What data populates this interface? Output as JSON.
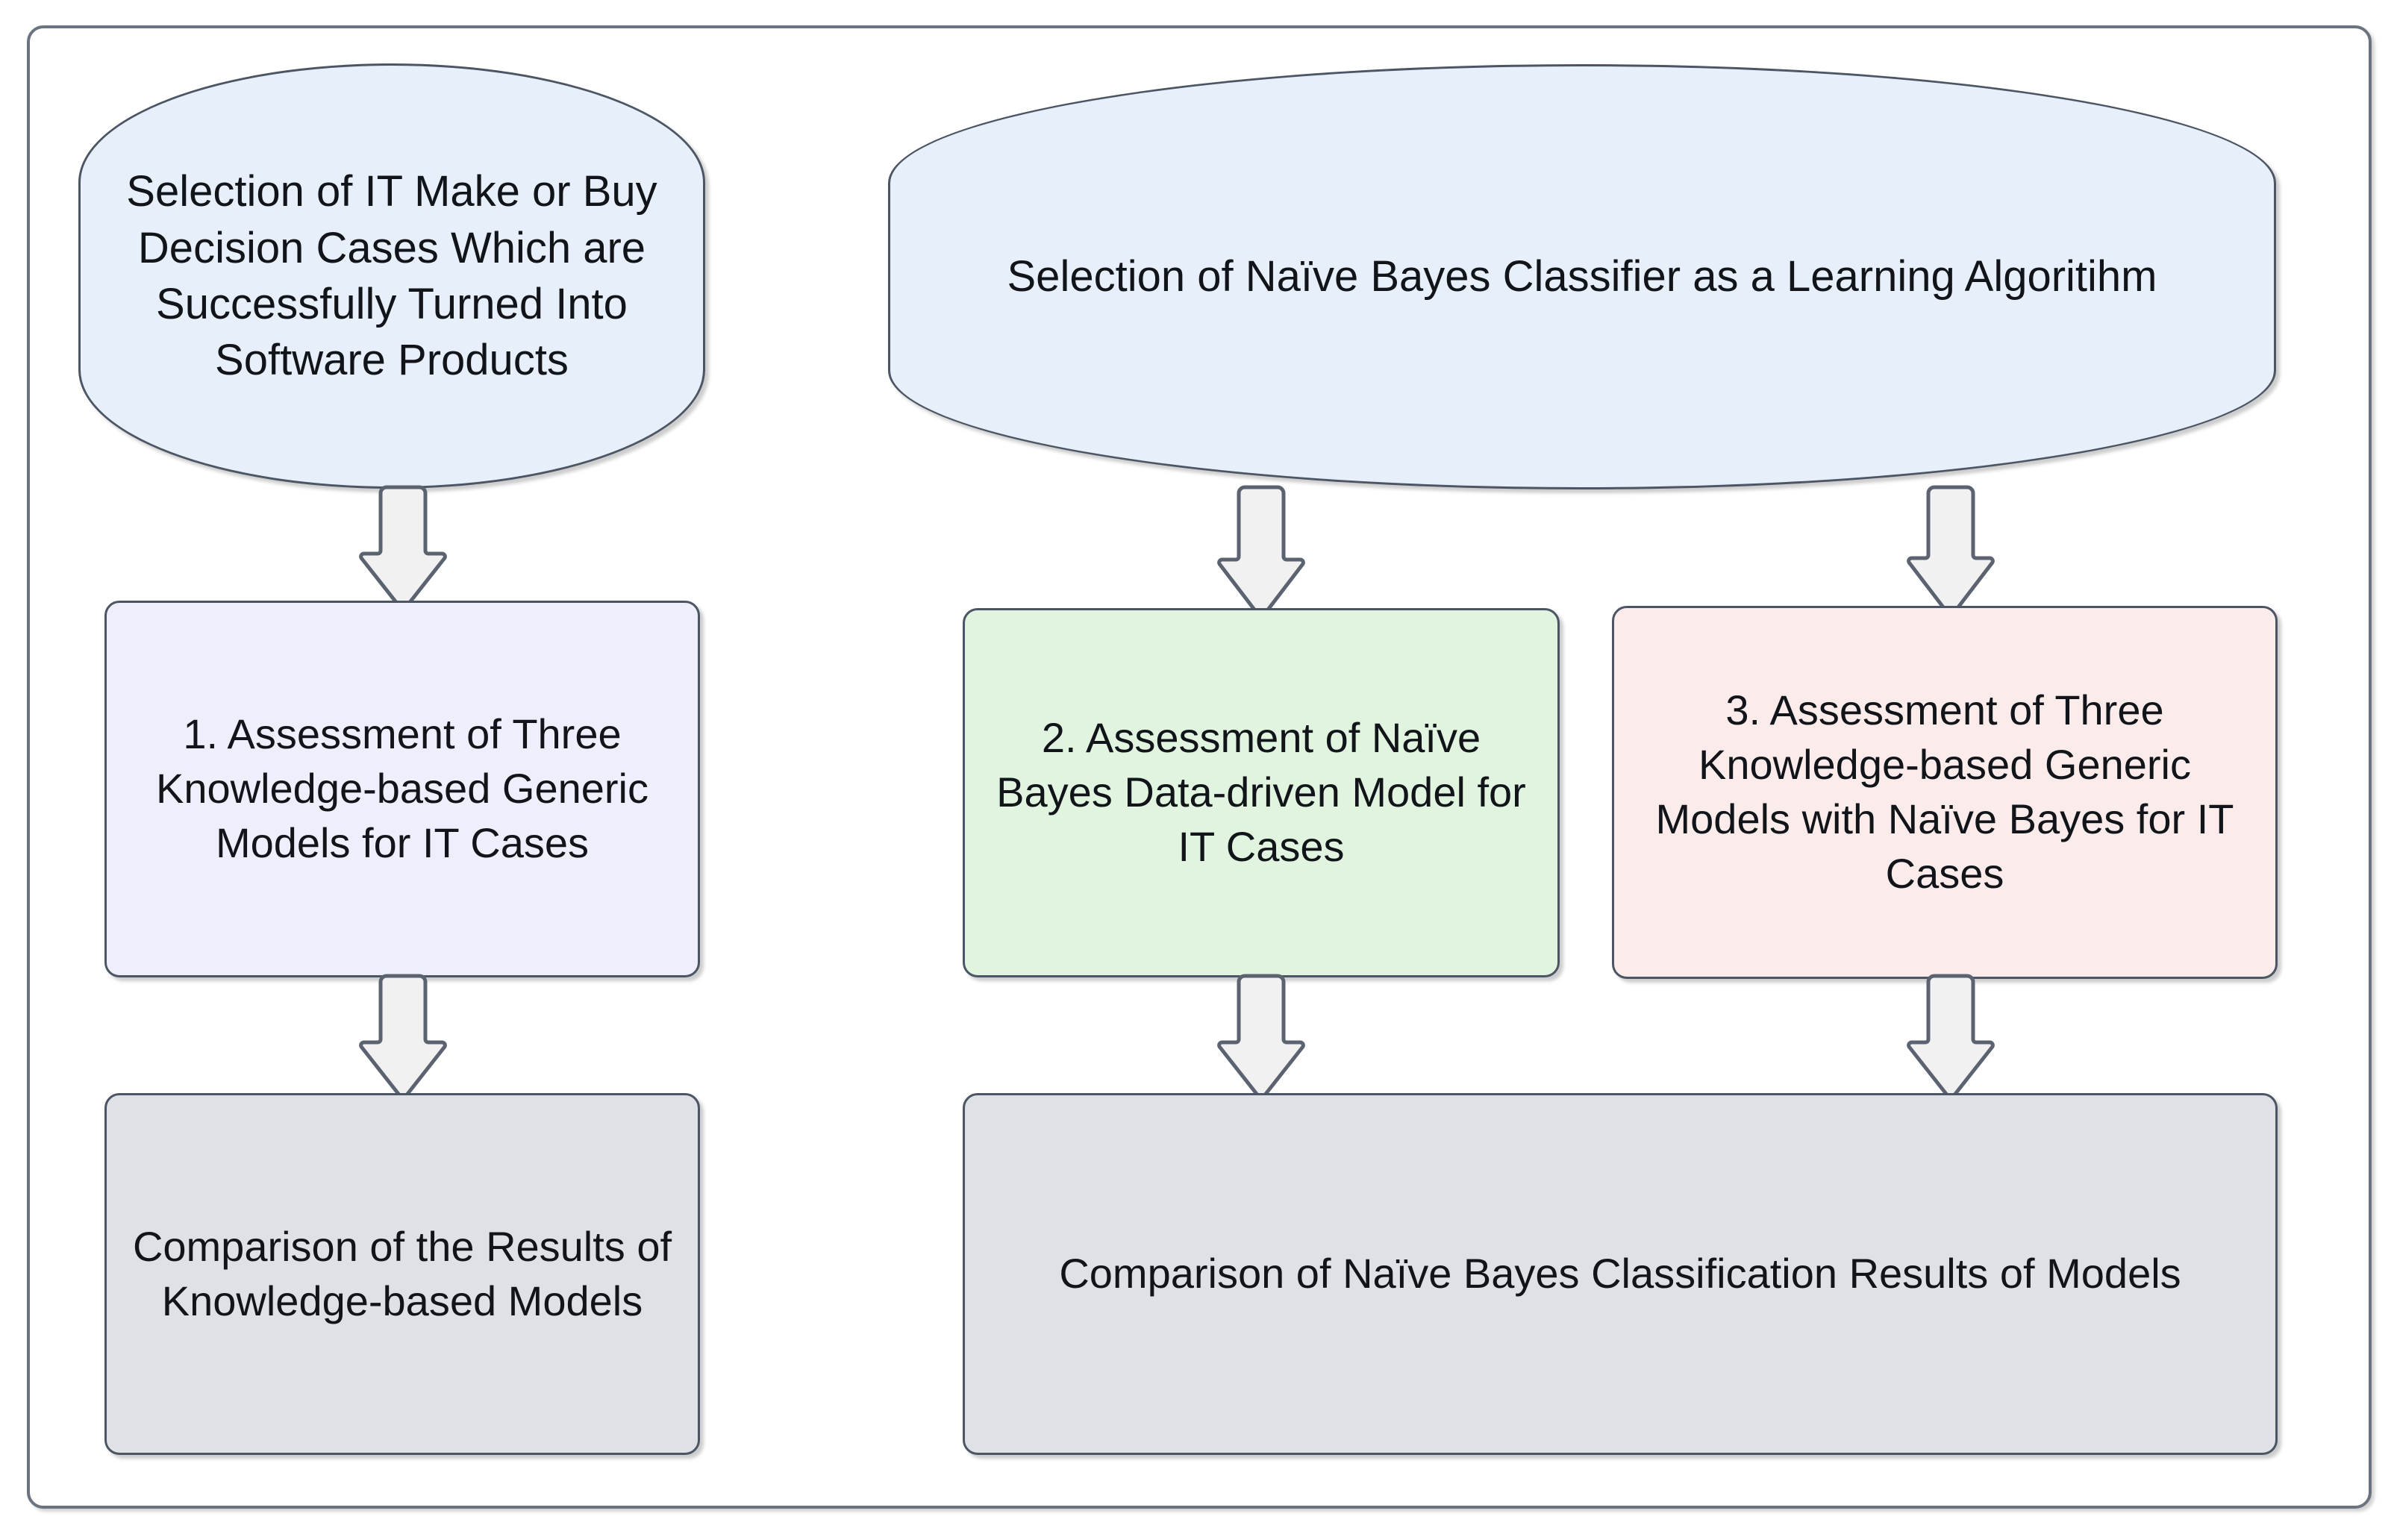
{
  "diagram": {
    "title_text": "",
    "colors": {
      "frame_border": "#6b7280",
      "node_border": "#4b5563",
      "start_fill": "#e7efFB",
      "lavender_fill": "#eeeefc",
      "green_fill": "#e0f4e0",
      "pink_fill": "#fbeceb",
      "gray_fill": "#dee1e5",
      "arrow_fill": "#f1f1f1",
      "arrow_stroke": "#5b6270",
      "text": "#111418"
    },
    "nodes": {
      "start_cases": {
        "label": "Selection of IT Make or Buy Decision Cases Which are Successfully Turned Into Software Products",
        "shape": "rounded-oval",
        "fill": "#e7efFB"
      },
      "start_naive_bayes": {
        "label": "Selection of Naïve Bayes Classifier as a Learning Algoritihm",
        "shape": "rounded-oval",
        "fill": "#e7efFB"
      },
      "assessment_1": {
        "label": "1.  Assessment of Three Knowledge-based Generic Models for IT Cases",
        "shape": "rounded-rect",
        "fill": "#eeeefc"
      },
      "assessment_2": {
        "label": "2. Assessment of Naïve Bayes Data-driven Model for IT Cases",
        "shape": "rounded-rect",
        "fill": "#e0f4e0"
      },
      "assessment_3": {
        "label": "3. Assessment of Three Knowledge-based Generic Models with Naïve Bayes for IT Cases",
        "shape": "rounded-rect",
        "fill": "#fbeceb"
      },
      "comparison_kb": {
        "label": "Comparison of the Results of Knowledge-based Models",
        "shape": "rounded-rect",
        "fill": "#dee1e5"
      },
      "comparison_nb": {
        "label": "Comparison of Naïve Bayes Classification Results of Models",
        "shape": "rounded-rect",
        "fill": "#dee1e5"
      }
    },
    "arrows": [
      {
        "name": "start-cases-to-assessment-1",
        "direction": "down"
      },
      {
        "name": "start-naive-bayes-to-assessment-2",
        "direction": "down"
      },
      {
        "name": "start-naive-bayes-to-assessment-3",
        "direction": "down"
      },
      {
        "name": "assessment-1-to-comparison-kb",
        "direction": "down"
      },
      {
        "name": "assessment-2-to-comparison-nb",
        "direction": "down"
      },
      {
        "name": "assessment-3-to-comparison-nb",
        "direction": "down"
      }
    ]
  }
}
